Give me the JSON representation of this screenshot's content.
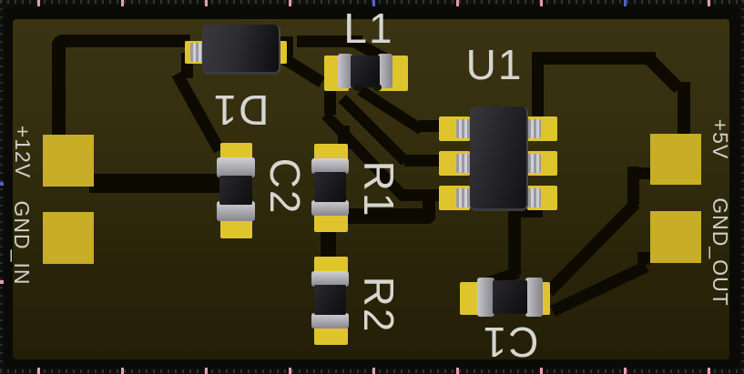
{
  "view": {
    "kind": "pcb-3d-render"
  },
  "components": [
    {
      "id": "D1",
      "label": "D1",
      "type": "diode"
    },
    {
      "id": "L1",
      "label": "L1",
      "type": "inductor"
    },
    {
      "id": "U1",
      "label": "U1",
      "type": "ic-sot23-6"
    },
    {
      "id": "C2",
      "label": "C2",
      "type": "capacitor"
    },
    {
      "id": "R1",
      "label": "R1",
      "type": "resistor"
    },
    {
      "id": "R2",
      "label": "R2",
      "type": "resistor"
    },
    {
      "id": "C1",
      "label": "C1",
      "type": "capacitor"
    }
  ],
  "edge_labels": {
    "plus12v": "+12V",
    "gnd_in": "GND_IN",
    "plus5v": "+5V",
    "gnd_out": "GND_OUT"
  },
  "colors": {
    "background": "#0e0e0e",
    "board_top": "#3b3413",
    "board_bottom": "#231e07",
    "substrate": "#0a0a06",
    "trace": "#0c0a01",
    "pad_gold": "#c8ad26",
    "pad_bright": "#dfc52d",
    "lead_silver": "#b8b8be",
    "silkscreen": "#d6d6d0",
    "tick_gray": "#3a3a3a",
    "tick_pink": "#e39cb0",
    "tick_blue": "#5560c8"
  }
}
